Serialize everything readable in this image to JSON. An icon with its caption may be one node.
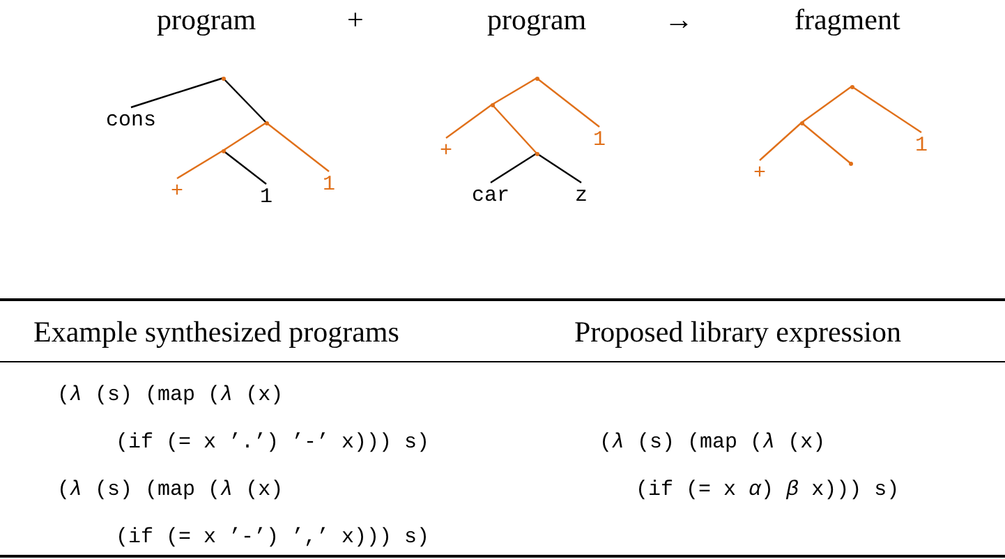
{
  "diagram": {
    "nodes": [
      {
        "text": [],
        "shape": "point"
      },
      {
        "text": [
          "cons"
        ]
      },
      {
        "text": [],
        "shape": "point"
      },
      {
        "text": [],
        "shape": "point"
      },
      {
        "text": [
          "+"
        ]
      },
      {
        "text": [
          "1"
        ]
      },
      {
        "text": [
          "1"
        ]
      },
      {
        "text": [],
        "shape": "point"
      },
      {
        "text": [],
        "shape": "point"
      },
      {
        "text": [
          "+"
        ]
      },
      {
        "text": [],
        "shape": "point"
      },
      {
        "text": [
          "car"
        ]
      },
      {
        "text": [
          "z"
        ]
      },
      {
        "text": [
          "1"
        ]
      },
      {
        "text": [],
        "shape": "point"
      },
      {
        "text": [],
        "shape": "point"
      },
      {
        "text": [
          "+"
        ]
      },
      {
        "text": [],
        "shape": "point"
      },
      {
        "text": [
          "1"
        ]
      }
    ],
    "edges": [
      {
        "from": 0,
        "to": 1,
        "arrow": "none",
        "color": "#000000"
      },
      {
        "from": 0,
        "to": 2,
        "arrow": "none",
        "color": "#000000"
      },
      {
        "from": 2,
        "to": 3,
        "arrow": "none"
      },
      {
        "from": 3,
        "to": 4,
        "arrow": "none"
      },
      {
        "from": 3,
        "to": 5,
        "arrow": "none",
        "color": "#000000"
      },
      {
        "from": 2,
        "to": 6,
        "arrow": "none"
      },
      {
        "from": 7,
        "to": 8,
        "arrow": "none"
      },
      {
        "from": 7,
        "to": 13,
        "arrow": "none"
      },
      {
        "from": 8,
        "to": 9,
        "arrow": "none"
      },
      {
        "from": 8,
        "to": 10,
        "arrow": "none"
      },
      {
        "from": 10,
        "to": 11,
        "arrow": "none",
        "color": "#000000"
      },
      {
        "from": 10,
        "to": 12,
        "arrow": "none",
        "color": "#000000"
      },
      {
        "from": 14,
        "to": 15,
        "arrow": "none"
      },
      {
        "from": 14,
        "to": 18,
        "arrow": "none"
      },
      {
        "from": 15,
        "to": 16,
        "arrow": "none"
      },
      {
        "from": 15,
        "to": 17,
        "arrow": "none"
      }
    ],
    "labels": [
      "program",
      "+",
      "program",
      "→",
      "fragment",
      "Example synthesized programs",
      "Proposed library expression",
      "(*λ* (s) (map (*λ* (x)",
      "(if (= x ’.’) ’-’ x))) s)",
      "(*λ* (s) (map (*λ* (x)",
      "(*λ* (s) (map (*λ* (x)",
      "(if (= x *α*) *β* x))) s)",
      "(if (= x ’-’) ’,’ x))) s)"
    ]
  }
}
